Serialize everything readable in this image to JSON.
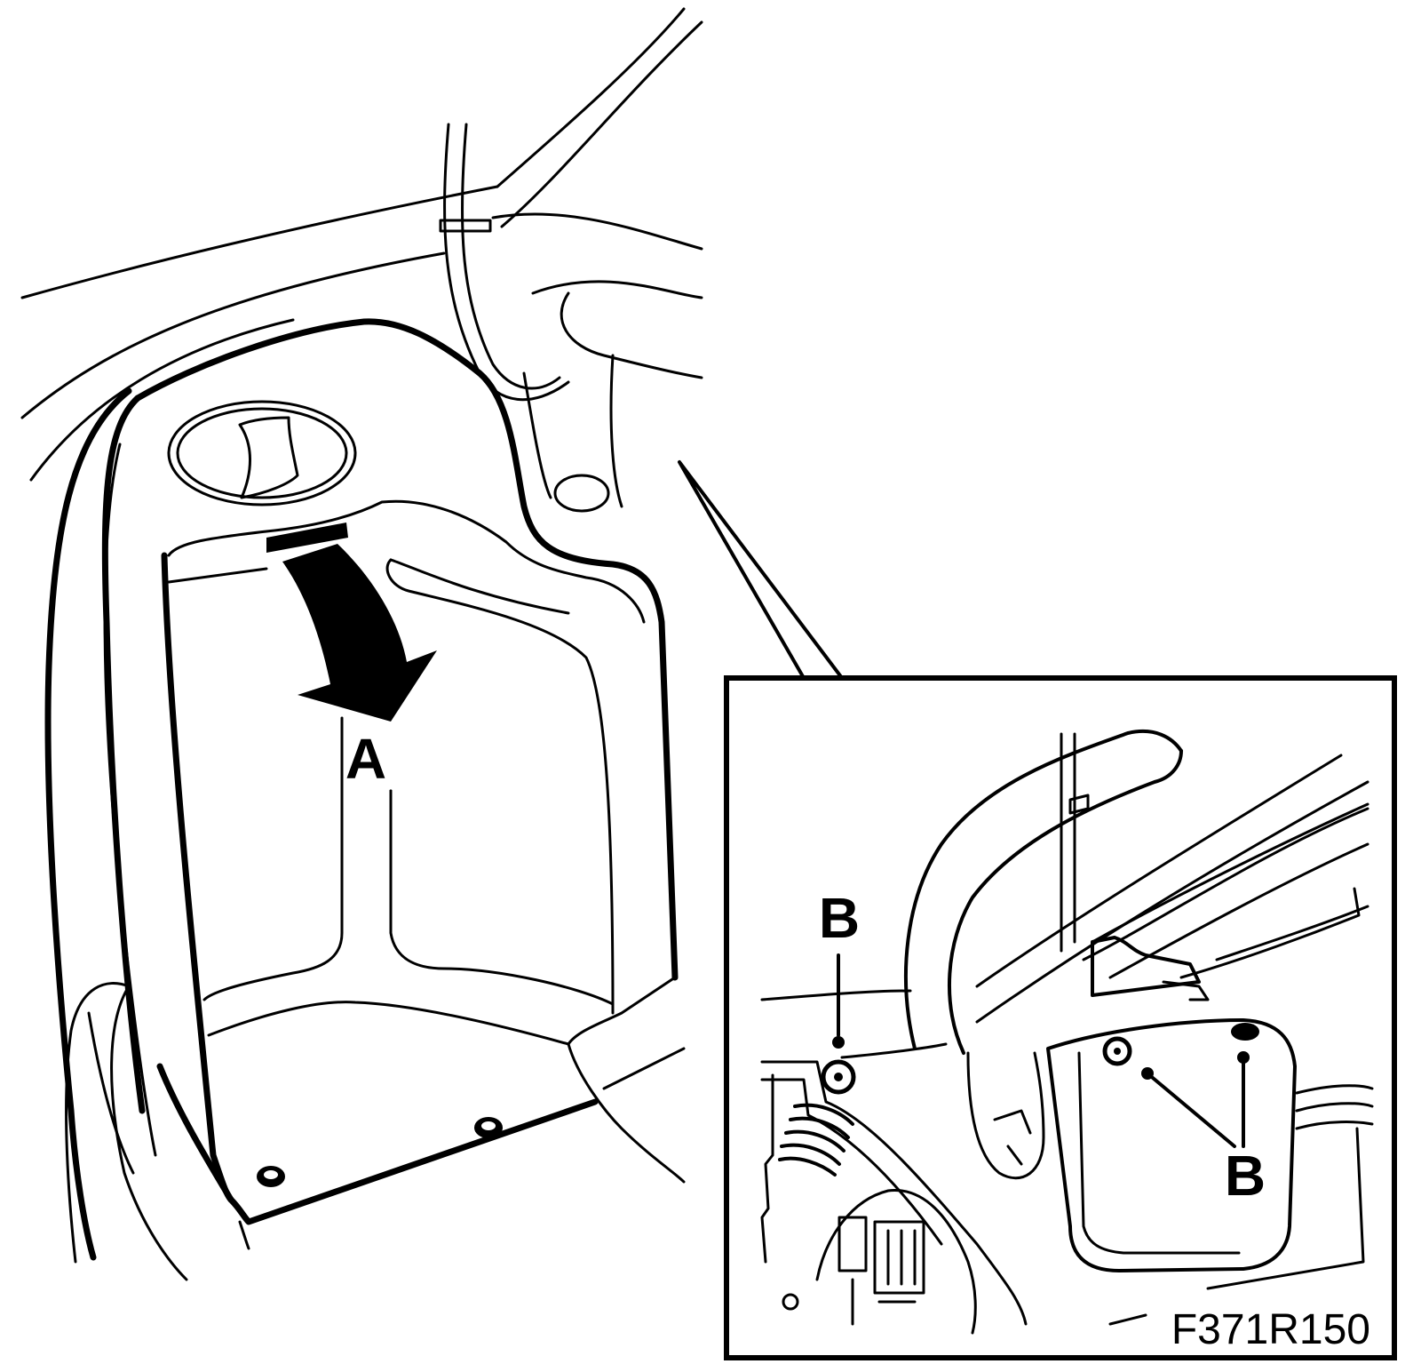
{
  "labels": {
    "callout_a": "A",
    "callout_b_left": "B",
    "callout_b_right": "B"
  },
  "figure_code": "F371R150",
  "colors": {
    "ink": "#000000",
    "paper": "#ffffff"
  }
}
